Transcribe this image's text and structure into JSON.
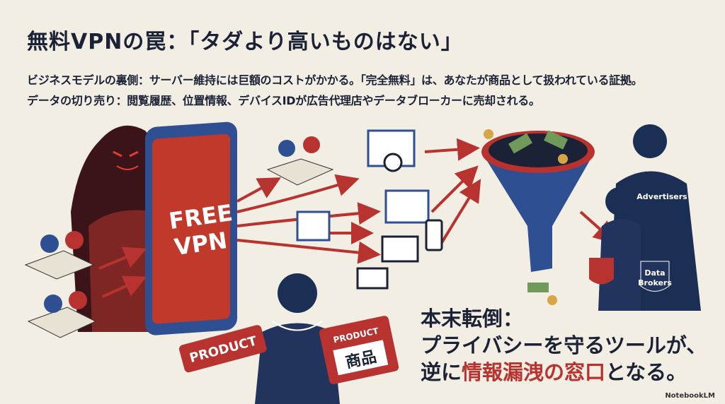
{
  "title": "無料VPNの罠：「タダより高いものはない」",
  "lines": [
    "ビジネスモデルの裏側：サーバー維持には巨額のコストがかかる。「完全無料」は、あなたが商品として扱われている証拠。",
    "データの切り売り：閲覧履歴、位置情報、デバイスIDが広告代理店やデータブローカーに売却される。"
  ],
  "illustration": {
    "phone_text_1": "FREE",
    "phone_text_2": "VPN",
    "tag_left": "PRODUCT",
    "tag_right_top": "PRODUCT",
    "tag_right_bottom": "商品",
    "advertisers": "Advertisers",
    "data_brokers_1": "Data",
    "data_brokers_2": "Brokers"
  },
  "conclusion": {
    "line1": "本末転倒：",
    "line2": "プライバシーを守るツールが、",
    "line3_pre": "逆に",
    "line3_highlight": "情報漏洩の窓口",
    "line3_post": "となる。"
  },
  "brand": "NotebookLM",
  "colors": {
    "navy": "#1b2236",
    "red": "#b8322f",
    "blue": "#2e4f91",
    "background": "#f2eee4"
  }
}
